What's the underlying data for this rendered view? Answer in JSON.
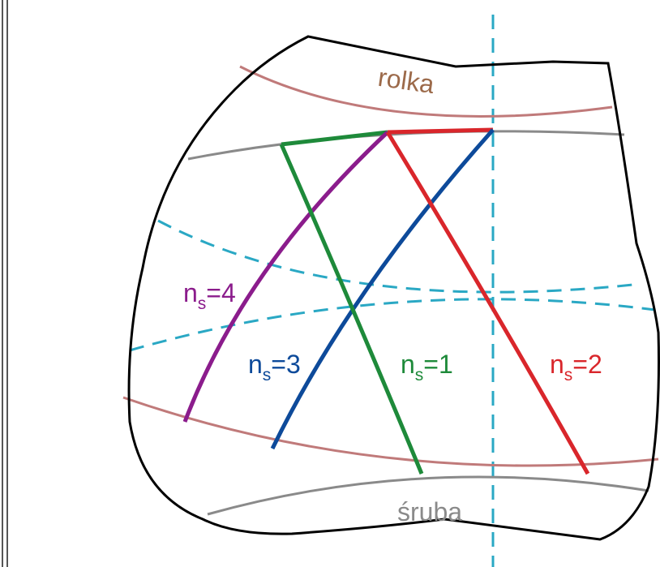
{
  "diagram": {
    "top_label": "rolka",
    "bottom_label": "śruba",
    "paths": [
      {
        "id": "ns4",
        "label_base": "n",
        "label_sub": "s",
        "label_value": "=4",
        "color": "#8b1c8c"
      },
      {
        "id": "ns3",
        "label_base": "n",
        "label_sub": "s",
        "label_value": "=3",
        "color": "#0d4a9a"
      },
      {
        "id": "ns1",
        "label_base": "n",
        "label_sub": "s",
        "label_value": "=1",
        "color": "#1e8a3a"
      },
      {
        "id": "ns2",
        "label_base": "n",
        "label_sub": "s",
        "label_value": "=2",
        "color": "#d9262b"
      }
    ],
    "colors": {
      "outline": "#000000",
      "rolka_curve": "#c07a7a",
      "rolka_text": "#9c6a4a",
      "sruba_curve": "#8a8a8a",
      "sruba_text": "#8a8a8a",
      "axis": "#2aa8c4",
      "frame": "#555555"
    }
  }
}
